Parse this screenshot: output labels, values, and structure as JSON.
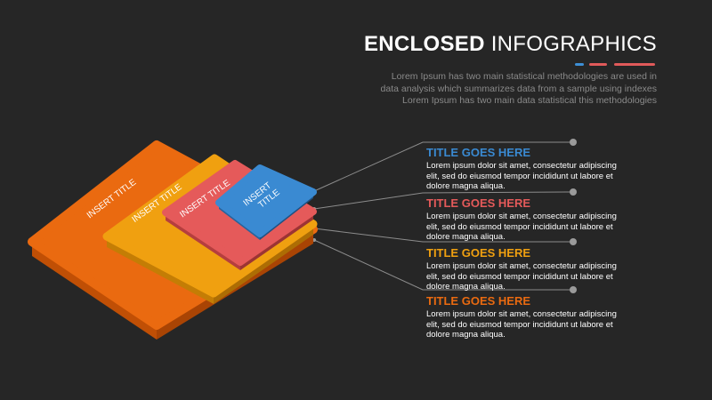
{
  "header": {
    "title_bold": "ENCLOSED",
    "title_rest": "INFOGRAPHICS",
    "subtitle_lines": [
      "Lorem Ipsum has two main statistical methodologies are used in",
      "data analysis which summarizes data from a sample using indexes",
      "Lorem Ipsum has two main data statistical this methodologies"
    ],
    "accent_colors": [
      "#3d8fd6",
      "#e05a5a",
      "#e05a5a"
    ]
  },
  "layers": [
    {
      "label": "INSERT TITLE",
      "color": "#ea6a10",
      "side": "#c04f05"
    },
    {
      "label": "INSERT TITLE",
      "color": "#f0a010",
      "side": "#c47d05"
    },
    {
      "label": "INSERT TITLE",
      "color": "#e55a5a",
      "side": "#b53e3e"
    },
    {
      "label_lines": [
        "INSERT",
        "TITLE"
      ],
      "color": "#3a8ad2",
      "side": "#28639b"
    }
  ],
  "items": [
    {
      "title": "TITLE GOES HERE",
      "color": "#3a8ad2",
      "text_lines": [
        "Lorem ipsum dolor sit amet, consectetur adipiscing",
        "elit, sed do eiusmod tempor incididunt ut labore et",
        "dolore magna aliqua."
      ]
    },
    {
      "title": "TITLE GOES HERE",
      "color": "#e55a5a",
      "text_lines": [
        "Lorem ipsum dolor sit amet, consectetur adipiscing",
        "elit, sed do eiusmod tempor incididunt ut labore et",
        "dolore magna aliqua."
      ]
    },
    {
      "title": "TITLE GOES HERE",
      "color": "#f0a010",
      "text_lines": [
        "Lorem ipsum dolor sit amet, consectetur adipiscing",
        "elit, sed do eiusmod tempor incididunt ut labore et",
        "dolore magna aliqua."
      ]
    },
    {
      "title": "TITLE GOES HERE",
      "color": "#ea6a10",
      "text_lines": [
        "Lorem ipsum dolor sit amet, consectetur adipiscing",
        "elit, sed do eiusmod tempor incididunt ut labore et",
        "dolore magna aliqua."
      ]
    }
  ],
  "colors": {
    "background": "#262626",
    "connector": "#8c8c8c",
    "subtitle": "#8a8a8a"
  }
}
